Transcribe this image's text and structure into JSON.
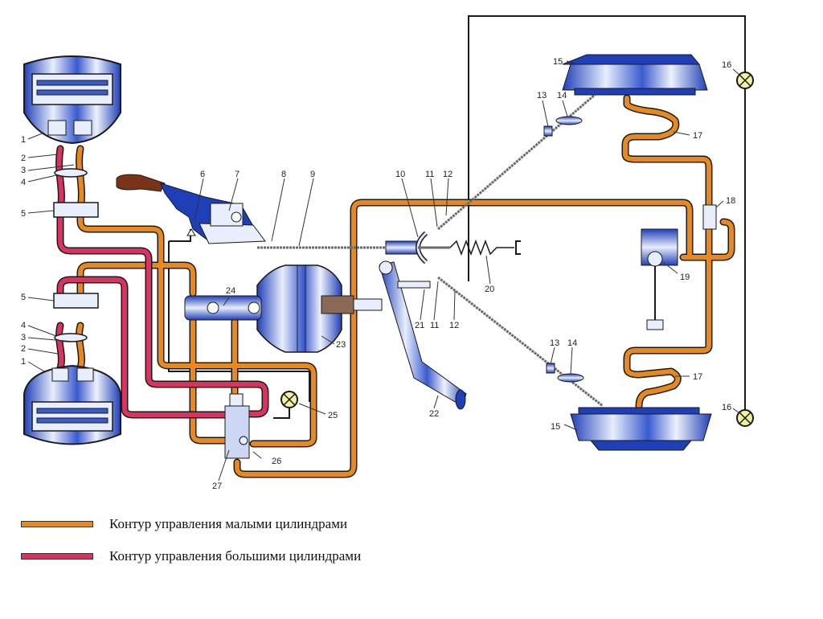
{
  "diagram": {
    "colors": {
      "small_circuit": "#e8891e",
      "large_circuit": "#d8345f",
      "outline": "#1a1a1a",
      "metal_blue": "#1f3fb8",
      "metal_light": "#dfe6f7",
      "lamp": "#f2f2a0",
      "handle": "#7a3318"
    },
    "labels": {
      "n1": "1",
      "n2": "2",
      "n3": "3",
      "n4": "4",
      "n5": "5",
      "n6": "6",
      "n7": "7",
      "n8": "8",
      "n9": "9",
      "n10": "10",
      "n11": "11",
      "n12": "12",
      "n13": "13",
      "n14": "14",
      "n15": "15",
      "n16": "16",
      "n17": "17",
      "n18": "18",
      "n19": "19",
      "n20": "20",
      "n21": "21",
      "n22": "22",
      "n23": "23",
      "n24": "24",
      "n25": "25",
      "n26": "26",
      "n27": "27"
    }
  },
  "legend": {
    "items": [
      {
        "label": "Контур управления малыми цилиндрами",
        "color": "#e8891e"
      },
      {
        "label": "Контур управления большими цилиндрами",
        "color": "#d8345f"
      }
    ]
  }
}
